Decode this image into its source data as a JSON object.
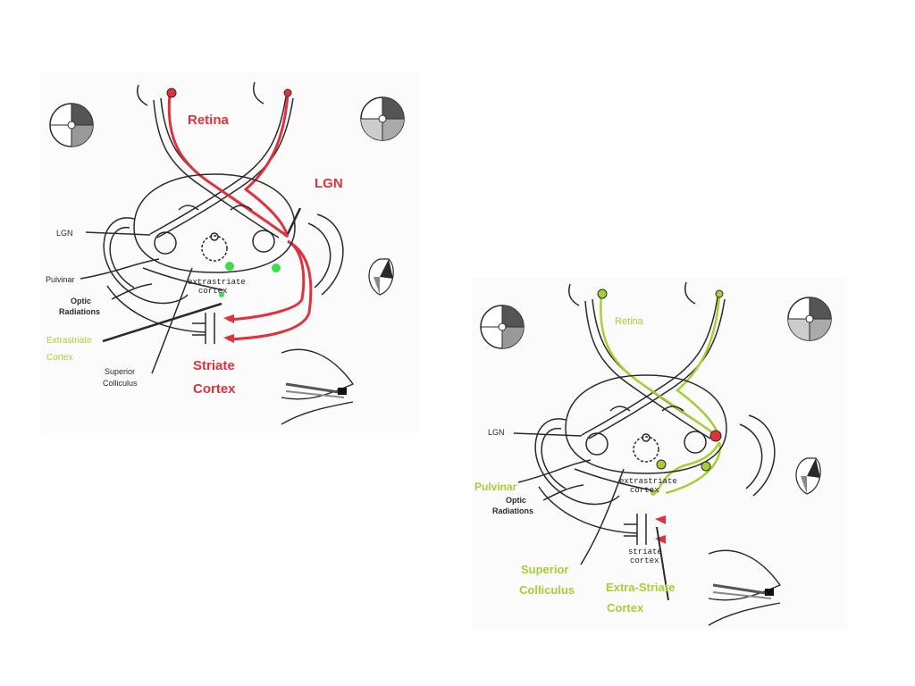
{
  "colors": {
    "red": "#e0323c",
    "green": "#a6cf33",
    "ink": "#2a2a2a",
    "bright_green": "#3ddc4a"
  },
  "left_diagram": {
    "labels": {
      "retina": "Retina",
      "lgn_red": "LGN",
      "lgn": "LGN",
      "pulvinar": "Pulvinar",
      "optic_radiations": "Optic\nRadiations",
      "optic_line1": "Optic",
      "optic_line2": "Radiations",
      "extrastriate_line1": "Extrastriate",
      "extrastriate_line2": "Cortex",
      "superior_line1": "Superior",
      "superior_line2": "Colliculus",
      "striate_line1": "Striate",
      "striate_line2": "Cortex",
      "extrastriate_cortex_mono_1": "extrastriate",
      "extrastriate_cortex_mono_2": "cortex"
    }
  },
  "right_diagram": {
    "labels": {
      "retina": "Retina",
      "lgn": "LGN",
      "pulvinar": "Pulvinar",
      "optic_line1": "Optic",
      "optic_line2": "Radiations",
      "superior_line1": "Superior",
      "superior_line2": "Colliculus",
      "extra_striate_line1": "Extra-Striate",
      "extra_striate_line2": "Cortex",
      "extrastriate_cortex_mono_1": "extrastriate",
      "extrastriate_cortex_mono_2": "cortex",
      "striate_cortex_mono_1": "striate",
      "striate_cortex_mono_2": "cortex"
    }
  }
}
